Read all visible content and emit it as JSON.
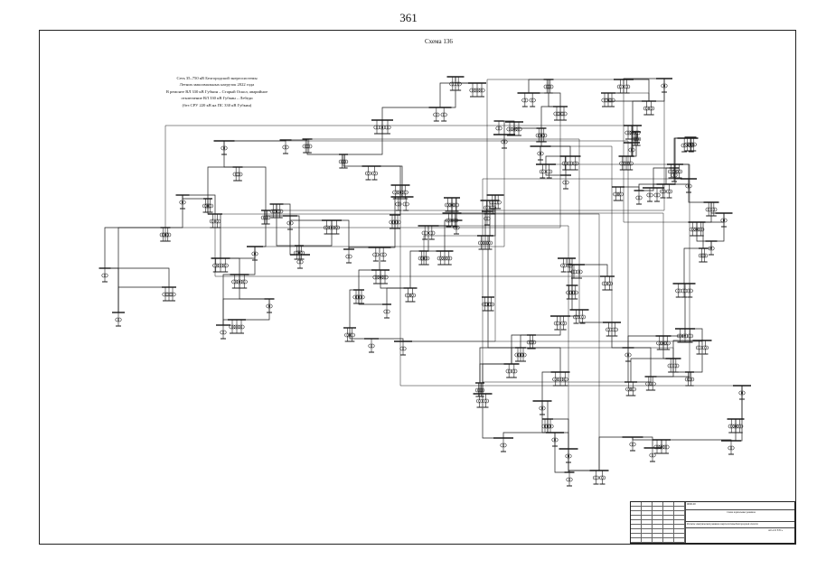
{
  "page": {
    "number": "361"
  },
  "scheme": {
    "title": "Схема 136",
    "caption_lines": [
      "Сеть 35–750 кВ Белгородской энергосистемы",
      "Летних максимальных нагрузок 2022 года",
      "В ремонте ВЛ 330 кВ Губкин – Старый Оскол, аварийное",
      "отключение ВЛ 330 кВ Губкин – Лебеди",
      "(без СРУ 220 кВ на ПС 330 кВ Губкин)"
    ]
  },
  "title_block": {
    "code": "0000.00",
    "name": "Схема нормальных режимов",
    "description": "Расчеты электрических режимов энергосистемы Белгородской области",
    "organization": "АО «СО ЕЭС»"
  }
}
